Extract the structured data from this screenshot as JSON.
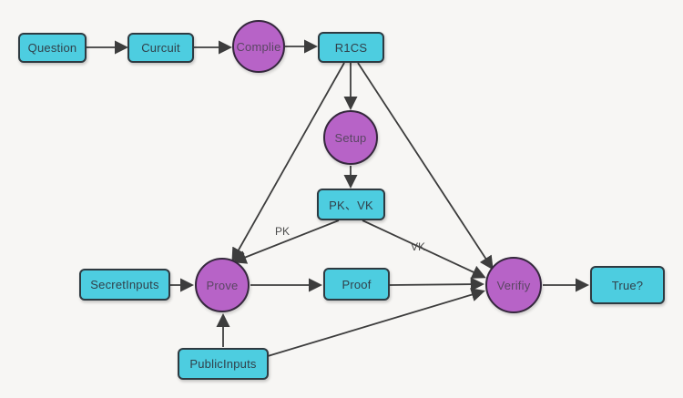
{
  "diagram": {
    "nodes": {
      "question": {
        "label": "Question",
        "shape": "box"
      },
      "curcuit": {
        "label": "Curcuit",
        "shape": "box"
      },
      "complie": {
        "label": "Complie",
        "shape": "circle"
      },
      "r1cs": {
        "label": "R1CS",
        "shape": "box"
      },
      "setup": {
        "label": "Setup",
        "shape": "circle"
      },
      "pkvk": {
        "label": "PK、VK",
        "shape": "box"
      },
      "secret_inputs": {
        "label": "SecretInputs",
        "shape": "box"
      },
      "prove": {
        "label": "Prove",
        "shape": "circle"
      },
      "proof": {
        "label": "Proof",
        "shape": "box"
      },
      "verifiy": {
        "label": "Verifiy",
        "shape": "circle"
      },
      "true_result": {
        "label": "True?",
        "shape": "box"
      },
      "public_inputs": {
        "label": "PublicInputs",
        "shape": "box"
      }
    },
    "edge_labels": {
      "pk": "PK",
      "vk": "VK"
    },
    "edges": [
      {
        "from": "question",
        "to": "curcuit",
        "label": ""
      },
      {
        "from": "curcuit",
        "to": "complie",
        "label": ""
      },
      {
        "from": "complie",
        "to": "r1cs",
        "label": ""
      },
      {
        "from": "r1cs",
        "to": "setup",
        "label": ""
      },
      {
        "from": "r1cs",
        "to": "prove",
        "label": ""
      },
      {
        "from": "r1cs",
        "to": "verifiy",
        "label": ""
      },
      {
        "from": "setup",
        "to": "pkvk",
        "label": ""
      },
      {
        "from": "pkvk",
        "to": "prove",
        "label": "PK"
      },
      {
        "from": "pkvk",
        "to": "verifiy",
        "label": "VK"
      },
      {
        "from": "secret_inputs",
        "to": "prove",
        "label": ""
      },
      {
        "from": "prove",
        "to": "proof",
        "label": ""
      },
      {
        "from": "proof",
        "to": "verifiy",
        "label": ""
      },
      {
        "from": "public_inputs",
        "to": "prove",
        "label": ""
      },
      {
        "from": "public_inputs",
        "to": "verifiy",
        "label": ""
      },
      {
        "from": "verifiy",
        "to": "true_result",
        "label": ""
      }
    ],
    "colors": {
      "background": "#f7f6f4",
      "box_fill": "#4dcde0",
      "circle_fill": "#b763c7",
      "line": "#3d3d3d"
    }
  }
}
